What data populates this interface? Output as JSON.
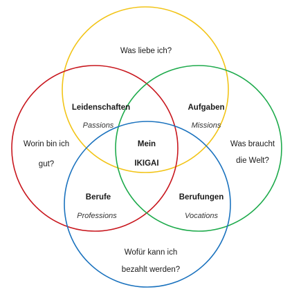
{
  "circles": {
    "love": {
      "label_line1": "Was liebe ich?",
      "color": "#F2C417"
    },
    "good_at": {
      "label_line1": "Worin bin ich",
      "label_line2": "gut?",
      "color": "#C8161D"
    },
    "world_needs": {
      "label_line1": "Was braucht",
      "label_line2": "die Welt?",
      "color": "#1DAA4B"
    },
    "paid_for": {
      "label_line1": "Wofür kann ich",
      "label_line2": "bezahlt werden?",
      "color": "#1A72BE"
    }
  },
  "overlaps": {
    "passion": {
      "de": "Leidenschaften",
      "en": "Passions"
    },
    "mission": {
      "de": "Aufgaben",
      "en": "Missions"
    },
    "profession": {
      "de": "Berufe",
      "en": "Professions"
    },
    "vocation": {
      "de": "Berufungen",
      "en": "Vocations"
    }
  },
  "center": {
    "line1": "Mein",
    "line2": "IKIGAI"
  }
}
